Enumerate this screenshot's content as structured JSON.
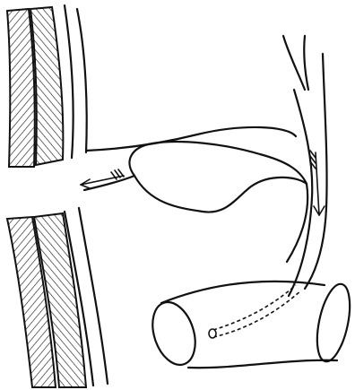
{
  "figure": {
    "kind": "line-drawing",
    "ink_color": "#111111",
    "background": "#ffffff",
    "parts": [
      "upper-hatched-wall",
      "lower-hatched-wall",
      "central-channel",
      "side-pouch",
      "right-tube",
      "curved-cylinder",
      "dashed-inner-passage"
    ],
    "arrows": [
      "flow-arrow-outward",
      "flow-arrow-downward"
    ]
  }
}
